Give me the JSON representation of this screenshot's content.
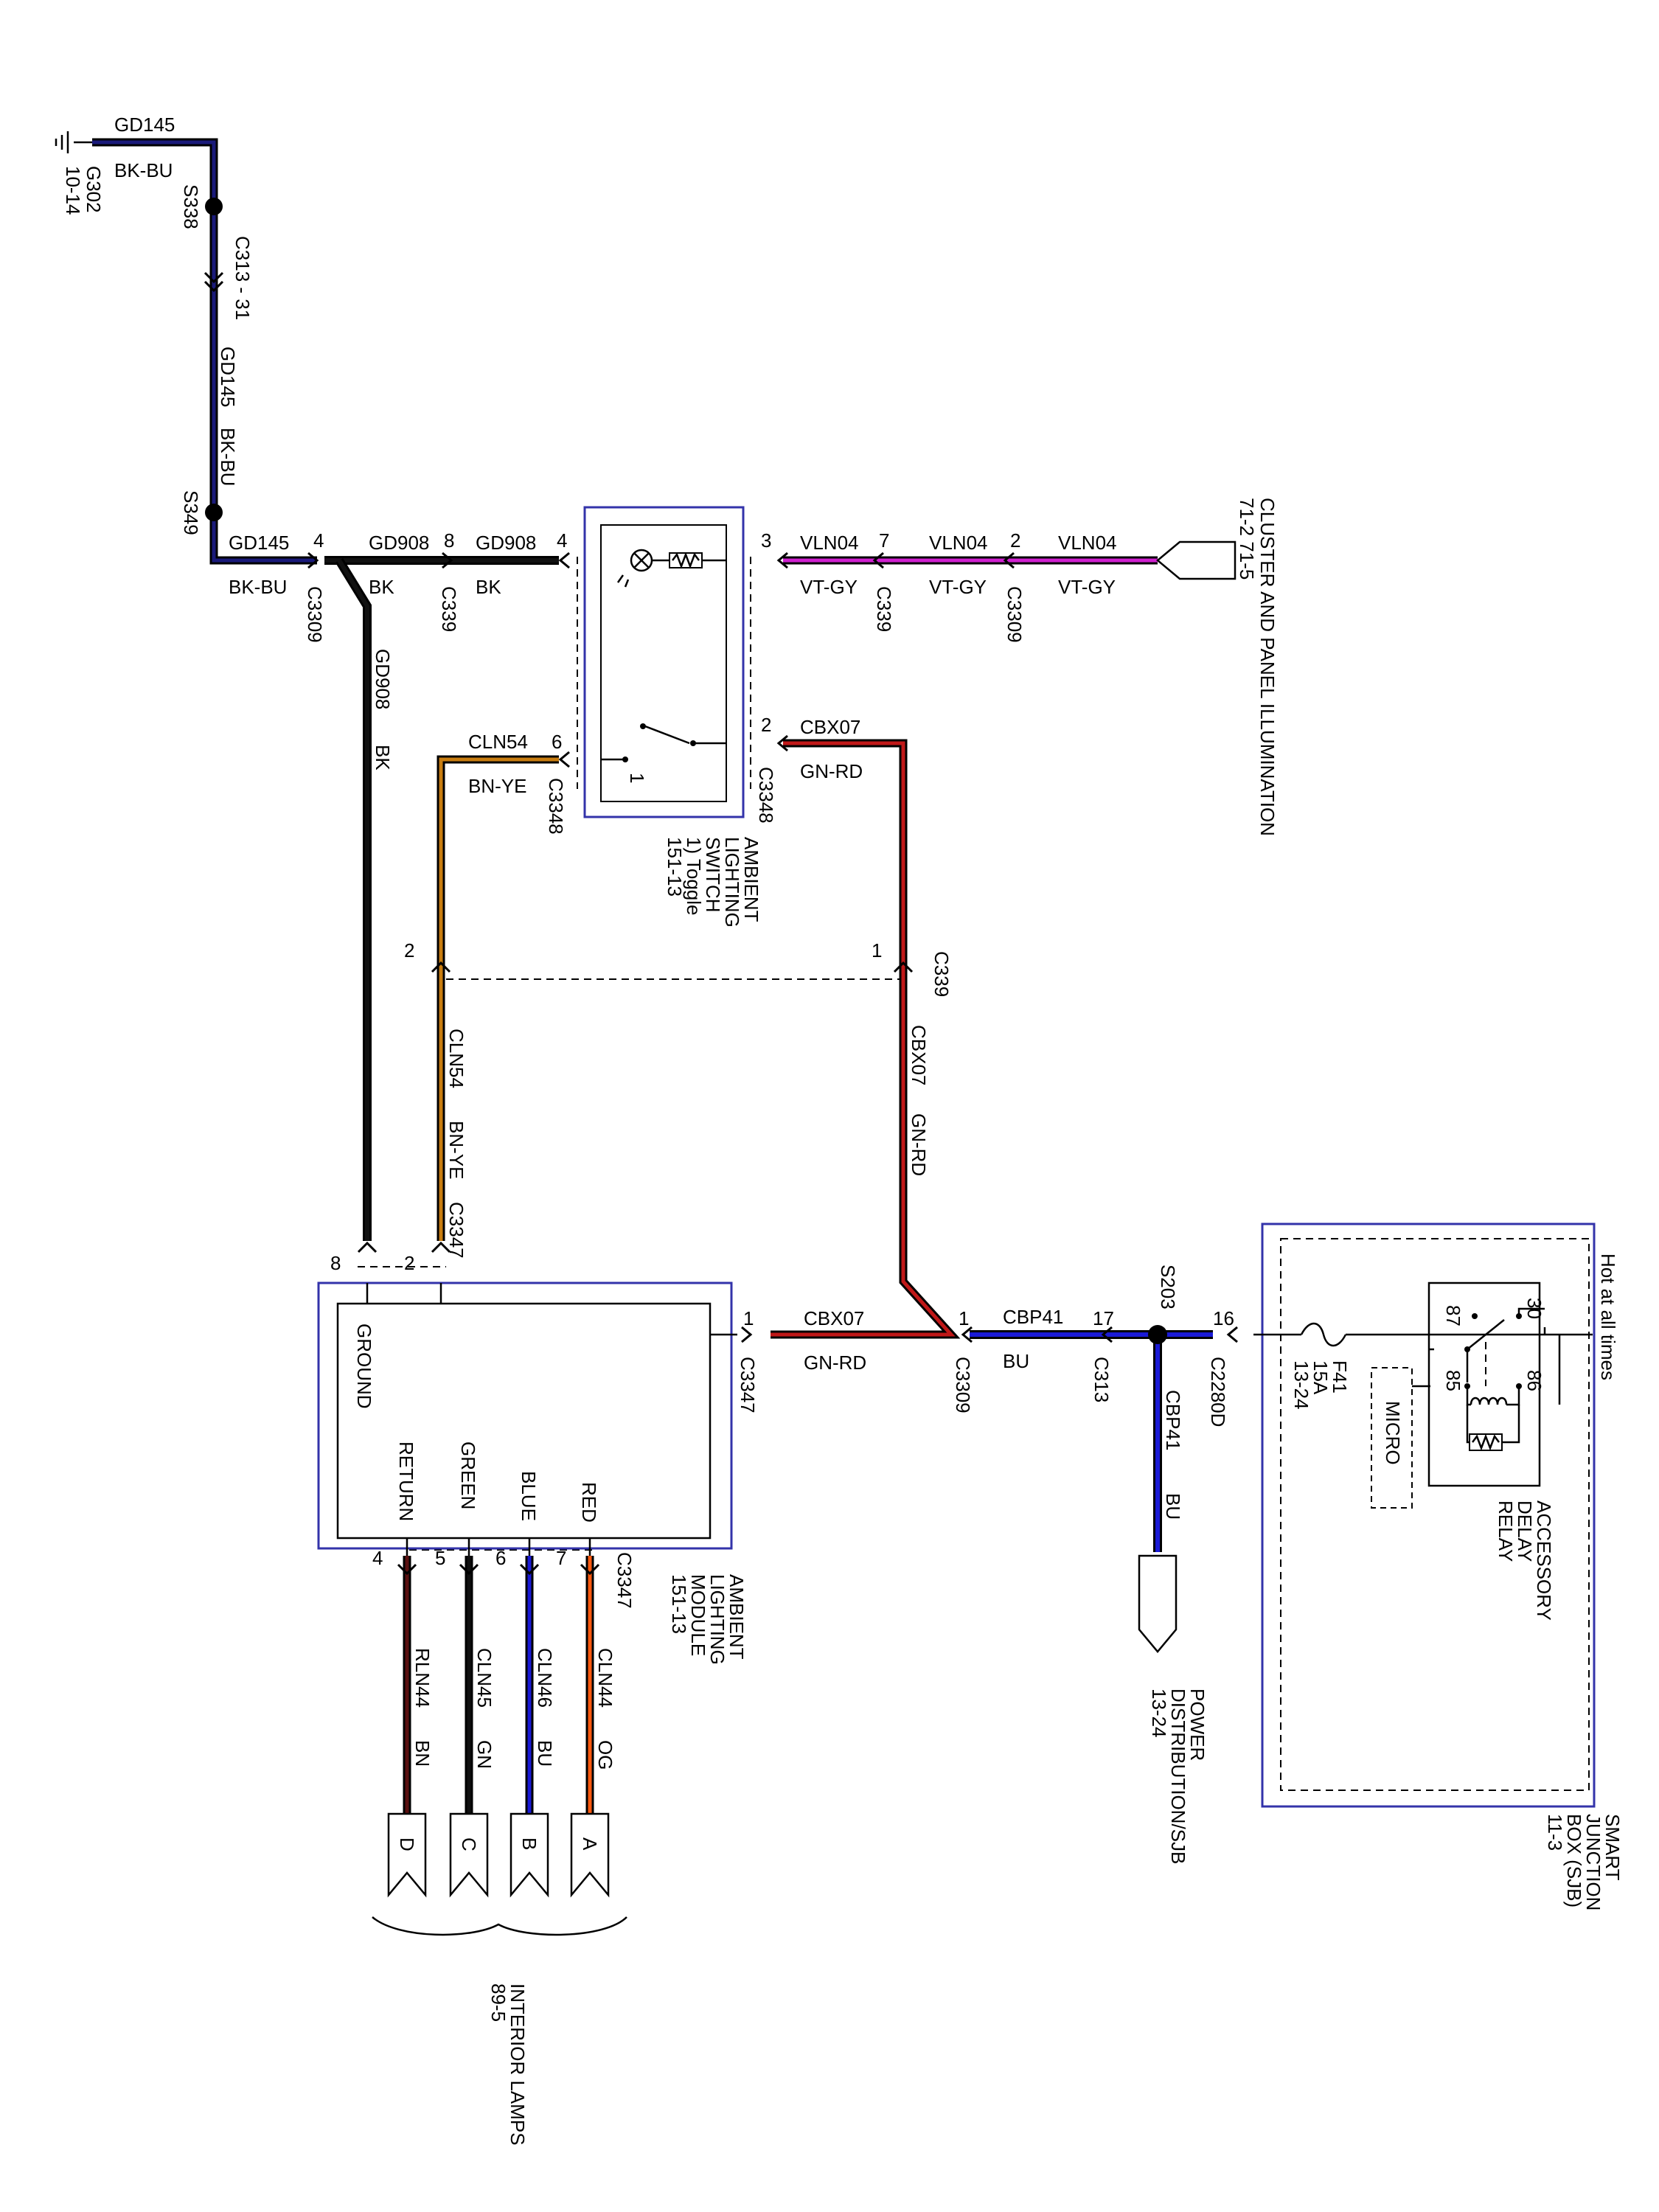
{
  "wire_colors": {
    "BK": "#111111",
    "BK-BU": "#1a1a7a",
    "VT-GY": "#d020d0",
    "GN-RD": "#c01818",
    "BN-YE": "#c87d10",
    "BU": "#1a1ad6",
    "BN": "#5a1010",
    "GN": "#111111",
    "OG": "#ff5a10",
    "box": "#3333aa"
  },
  "ground": {
    "id": "G302",
    "page": "10-14"
  },
  "splices": {
    "s338": "S338",
    "s349": "S349",
    "s203": "S203"
  },
  "inline": {
    "c313_31": "C313 - 31"
  },
  "wires": {
    "gd145": {
      "circuit": "GD145",
      "color": "BK-BU"
    },
    "gd908": {
      "circuit": "GD908",
      "color": "BK"
    },
    "vln04": {
      "circuit": "VLN04",
      "color": "VT-GY"
    },
    "cbx07": {
      "circuit": "CBX07",
      "color": "GN-RD"
    },
    "cln54": {
      "circuit": "CLN54",
      "color": "BN-YE"
    },
    "cbp41": {
      "circuit": "CBP41",
      "color": "BU"
    },
    "rln44": {
      "circuit": "RLN44",
      "color": "BN"
    },
    "cln45": {
      "circuit": "CLN45",
      "color": "GN"
    },
    "cln46": {
      "circuit": "CLN46",
      "color": "BU"
    },
    "cln44": {
      "circuit": "CLN44",
      "color": "OG"
    }
  },
  "connectors": {
    "c3309": "C3309",
    "c339": "C339",
    "c3348": "C3348",
    "c3347": "C3347",
    "c313": "C313",
    "c2280d": "C2280D"
  },
  "pins": {
    "p4": "4",
    "p8": "8",
    "p3": "3",
    "p7": "7",
    "p2": "2",
    "p6": "6",
    "p1": "1",
    "p5": "5",
    "p17": "17",
    "p16": "16",
    "p30": "30",
    "p87": "87",
    "p85": "85",
    "p86": "86"
  },
  "switch": {
    "name_lines": [
      "AMBIENT",
      "LIGHTING",
      "SWITCH",
      "1) Toggle",
      "151-13"
    ],
    "position": "1"
  },
  "module": {
    "name_lines": [
      "AMBIENT",
      "LIGHTING",
      "MODULE",
      "151-13"
    ],
    "pins": [
      "GROUND",
      "RETURN",
      "GREEN",
      "BLUE",
      "RED"
    ]
  },
  "sjb": {
    "name_lines": [
      "SMART",
      "JUNCTION",
      "BOX (SJB)",
      "11-3"
    ],
    "hot": "Hot at all times",
    "fuse": [
      "F41",
      "15A",
      "13-24"
    ],
    "micro": "MICRO",
    "relay_lines": [
      "ACCESSORY",
      "DELAY",
      "RELAY"
    ]
  },
  "cluster": {
    "lines": [
      "CLUSTER AND PANEL ILLUMINATION",
      "71-2   71-5"
    ]
  },
  "power": {
    "lines": [
      "POWER",
      "DISTRIBUTION/SJB",
      "13-24"
    ]
  },
  "lamps": {
    "letters": [
      "A",
      "B",
      "C",
      "D"
    ],
    "lines": [
      "INTERIOR LAMPS",
      "89-5"
    ]
  }
}
